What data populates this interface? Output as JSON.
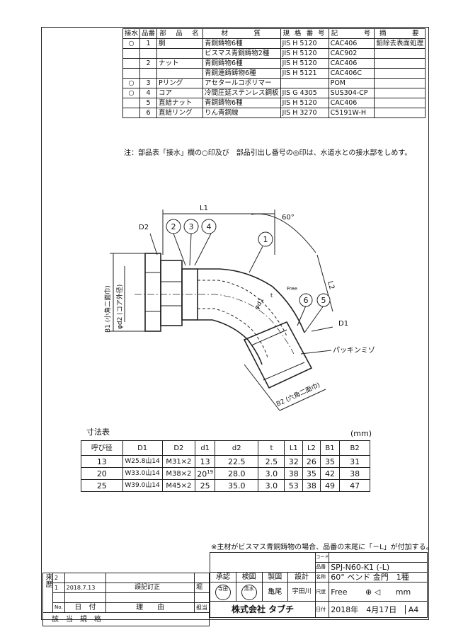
{
  "parts_table": {
    "headers": [
      "接水",
      "品番",
      "部　品　名",
      "材　　　質",
      "規 格 番 号",
      "記　　　号",
      "摘　　　要"
    ],
    "rows": [
      {
        "water": "○",
        "no": "1",
        "name": "胴",
        "material": "青銅鋳物6種",
        "standard": "JIS H 5120",
        "symbol": "CAC406",
        "remark": "鉛除去表面処理"
      },
      {
        "water": "",
        "no": "",
        "name": "",
        "material": "ビスマス青銅鋳物2種",
        "standard": "JIS H 5120",
        "symbol": "CAC902",
        "remark": ""
      },
      {
        "water": "",
        "no": "2",
        "name": "ナット",
        "material": "青銅鋳物6種",
        "standard": "JIS H 5120",
        "symbol": "CAC406",
        "remark": ""
      },
      {
        "water": "",
        "no": "",
        "name": "",
        "material": "青銅連鋳鋳物6種",
        "standard": "JIS H 5121",
        "symbol": "CAC406C",
        "remark": ""
      },
      {
        "water": "○",
        "no": "3",
        "name": "Pリング",
        "material": "アセタールコポリマー",
        "standard": "",
        "symbol": "POM",
        "remark": ""
      },
      {
        "water": "○",
        "no": "4",
        "name": "コア",
        "material": "冷間圧延ステンレス鋼板",
        "standard": "JIS G 4305",
        "symbol": "SUS304-CP",
        "remark": ""
      },
      {
        "water": "",
        "no": "5",
        "name": "直結ナット",
        "material": "青銅鋳物6種",
        "standard": "JIS H 5120",
        "symbol": "CAC406",
        "remark": ""
      },
      {
        "water": "",
        "no": "6",
        "name": "直結リング",
        "material": "りん青銅線",
        "standard": "JIS H 3270",
        "symbol": "C5191W-H",
        "remark": ""
      }
    ],
    "note": "注：部品表「接水」欄の○印及び　部品引出し番号の◎印は、水道水との接水部をしめす。"
  },
  "drawing_labels": {
    "L1": "L1",
    "L2": "L2",
    "angle": "60°",
    "D2": "D2",
    "D1": "D1",
    "B1": "B1 (小角二面巾)",
    "d2": "φd2 (コア外径)",
    "d1": "φd1",
    "B2": "B2 (六角二面巾)",
    "packing_groove": "パッキンミゾ",
    "balloons": [
      "2",
      "3",
      "4",
      "1",
      "6",
      "5"
    ],
    "t": "t",
    "free": "Free"
  },
  "dimension_table": {
    "title": "寸法表",
    "unit": "(mm)",
    "headers": [
      "呼び径",
      "D1",
      "D2",
      "d1",
      "d2",
      "t",
      "L1",
      "L2",
      "B1",
      "B2"
    ],
    "rows": [
      [
        "13",
        "W25.8山14",
        "M31×2",
        "13",
        "22.5",
        "2.5",
        "32",
        "26",
        "35",
        "31"
      ],
      [
        "20",
        "W33.0山14",
        "M38×2",
        "20",
        "28.0",
        "3.0",
        "38",
        "35",
        "42",
        "38"
      ],
      [
        "25",
        "W39.0山14",
        "M45×2",
        "25",
        "35.0",
        "3.0",
        "53",
        "38",
        "49",
        "47"
      ]
    ],
    "revision_mark": "19"
  },
  "bismuth_note": "※主材がビスマス青銅鋳物の場合、品番の末尾に「－L」が付加する。",
  "revision_block": {
    "label": "来歴",
    "marks": [
      "2",
      "1"
    ],
    "date": "2018.7.13",
    "reason": "誤記訂正",
    "stamp": "堀",
    "footer": [
      "No.",
      "日　付",
      "理　　由",
      "担当"
    ]
  },
  "title_block": {
    "code_label": "コード",
    "product_no_label": "品番",
    "product_no": "SPJ-N60-K1 (-L)",
    "name_label": "名称",
    "name": "60° ベンド 金門　1種",
    "scale_label": "尺度",
    "scale": "Free",
    "unit": "mm",
    "approvals": [
      "承認",
      "検図",
      "製図",
      "設計"
    ],
    "approvers": [
      "寺田",
      "清水",
      "亀尾",
      "宇田川"
    ],
    "date_label": "日付",
    "date": "2018年　4月17日",
    "size": "A4",
    "company": "株式会社 タブチ",
    "spec_label": "該　当　規　格"
  }
}
